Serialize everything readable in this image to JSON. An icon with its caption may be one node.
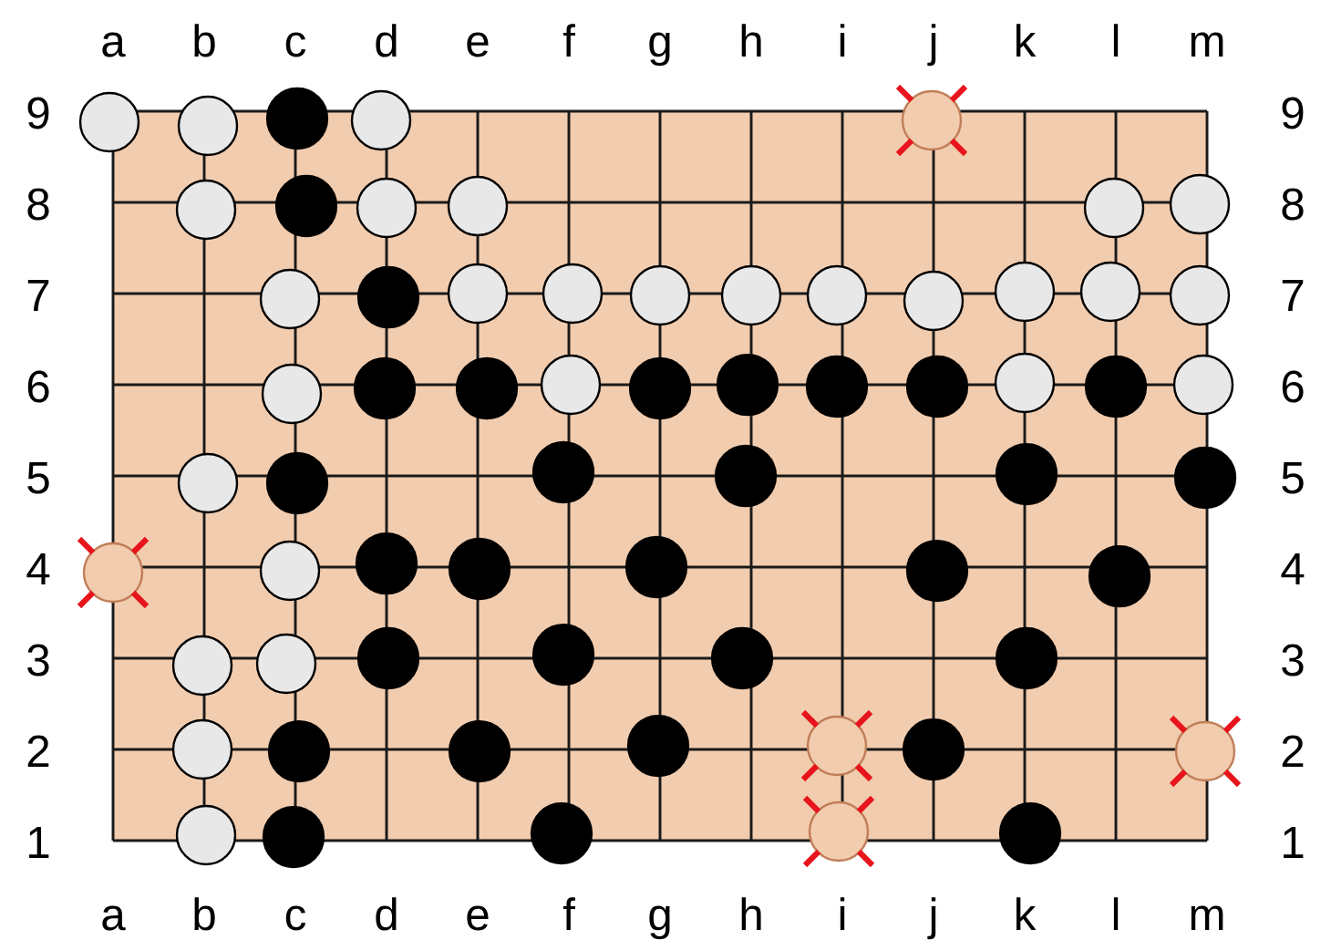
{
  "diagram": {
    "labels": [
      "a",
      "b",
      "c",
      "d",
      "e",
      "f",
      "g",
      "h",
      "i",
      "j",
      "k",
      "l",
      "m",
      "9",
      "9",
      "8",
      "8",
      "7",
      "7",
      "6",
      "6",
      "5",
      "5",
      "4",
      "4",
      "3",
      "3",
      "2",
      "2",
      "1",
      "1",
      "a",
      "b",
      "c",
      "d",
      "e",
      "f",
      "g",
      "h",
      "i",
      "j",
      "k",
      "l",
      "m"
    ]
  }
}
